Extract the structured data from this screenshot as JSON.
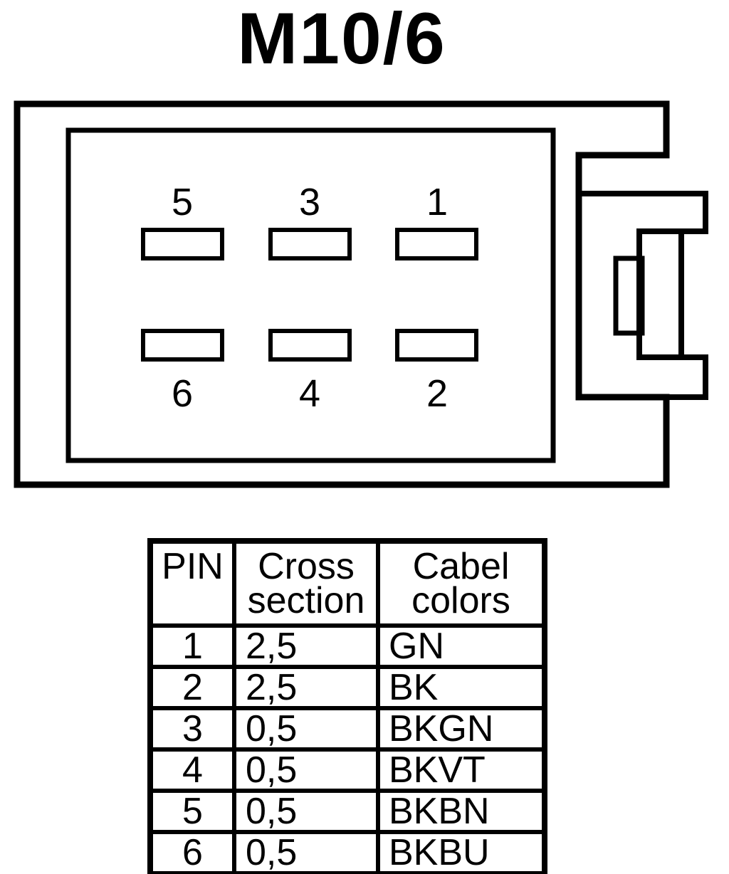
{
  "title": "M10/6",
  "colors": {
    "ink": "#000000",
    "background": "#ffffff"
  },
  "connector": {
    "pin_labels_top": [
      "5",
      "3",
      "1"
    ],
    "pin_labels_bottom": [
      "6",
      "4",
      "2"
    ]
  },
  "table": {
    "headers": {
      "pin": "PIN",
      "cross_section": "Cross section",
      "cable_colors": "Cabel colors"
    },
    "rows": [
      {
        "pin": "1",
        "cross_section": "2,5",
        "cable_color": "GN"
      },
      {
        "pin": "2",
        "cross_section": "2,5",
        "cable_color": "BK"
      },
      {
        "pin": "3",
        "cross_section": "0,5",
        "cable_color": "BKGN"
      },
      {
        "pin": "4",
        "cross_section": "0,5",
        "cable_color": "BKVT"
      },
      {
        "pin": "5",
        "cross_section": "0,5",
        "cable_color": "BKBN"
      },
      {
        "pin": "6",
        "cross_section": "0,5",
        "cable_color": "BKBU"
      }
    ]
  }
}
